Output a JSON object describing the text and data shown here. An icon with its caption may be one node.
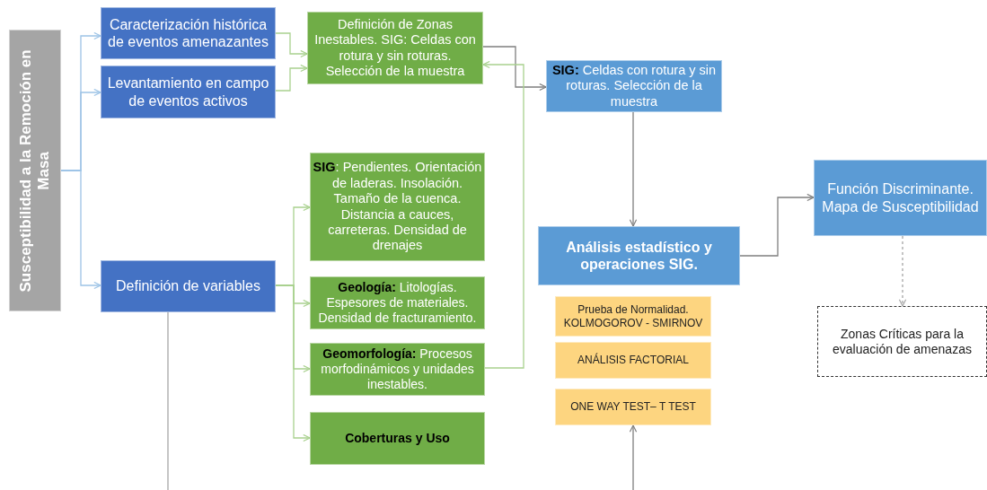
{
  "diagram": {
    "nodes": [
      {
        "text": [
          "Susceptibilidad a la Remoción en Masa"
        ]
      },
      {
        "text": [
          "Caracterización histórica de eventos amenazantes"
        ]
      },
      {
        "text": [
          "Levantamiento en campo de eventos activos"
        ]
      },
      {
        "text": [
          "Definición de variables"
        ]
      },
      {
        "text": [
          "Definición de Zonas Inestables. SIG: Celdas con rotura y sin roturas. Selección de la muestra"
        ]
      },
      {
        "text": [
          "**SIG**:  Pendientes. Orientación de laderas. Insolación. Tamaño de la cuenca. Distancia a cauces, carreteras. Densidad de drenajes"
        ]
      },
      {
        "text": [
          "**Geología:** Litologías. Espesores de materiales. Densidad de fracturamiento."
        ]
      },
      {
        "text": [
          "**Geomorfología:** Procesos morfodinámicos  y unidades inestables."
        ]
      },
      {
        "text": [
          "Coberturas y Uso"
        ]
      },
      {
        "text": [
          "**SIG:** Celdas con rotura y sin roturas. Selección de la muestra"
        ]
      },
      {
        "text": [
          "Análisis estadístico y operaciones SIG."
        ]
      },
      {
        "text": [
          "Prueba de Normalidad. KOLMOGOROV - SMIRNOV"
        ]
      },
      {
        "text": [
          "ANÁLISIS FACTORIAL"
        ]
      },
      {
        "text": [
          "ONE WAY TEST– T TEST"
        ]
      },
      {
        "text": [
          "Función Discriminante. Mapa de Susceptibilidad"
        ]
      },
      {
        "text": [
          "Zonas Críticas para la evaluación de amenazas"
        ]
      }
    ],
    "edges": [
      {
        "from": 0,
        "to": 1,
        "arrow": "to",
        "color": "#9dc3e6"
      },
      {
        "from": 0,
        "to": 2,
        "arrow": "to",
        "color": "#9dc3e6"
      },
      {
        "from": 0,
        "to": 3,
        "arrow": "to",
        "color": "#9dc3e6"
      },
      {
        "from": 1,
        "to": 4,
        "arrow": "to"
      },
      {
        "from": 2,
        "to": 4,
        "arrow": "to"
      },
      {
        "from": 4,
        "to": 9,
        "arrow": "to",
        "color": "#7f7f7f"
      },
      {
        "from": 7,
        "to": 4,
        "arrow": "to"
      },
      {
        "from": 3,
        "to": 5,
        "arrow": "to"
      },
      {
        "from": 3,
        "to": 6,
        "arrow": "to"
      },
      {
        "from": 3,
        "to": 7,
        "arrow": "to"
      },
      {
        "from": 3,
        "to": 8,
        "arrow": "to"
      },
      {
        "from": 9,
        "to": 10,
        "arrow": "to",
        "color": "#7f7f7f"
      },
      {
        "from": 10,
        "to": 14,
        "arrow": "to",
        "color": "#7f7f7f"
      },
      {
        "from": 14,
        "to": 15,
        "arrow": "to",
        "style": "dashed",
        "color": "#a6a6a6"
      },
      {
        "from": 3,
        "to": null,
        "arrow": "none",
        "color": "#a6a6a6"
      },
      {
        "from": null,
        "to": 13,
        "arrow": "to",
        "color": "#7f7f7f"
      }
    ]
  }
}
